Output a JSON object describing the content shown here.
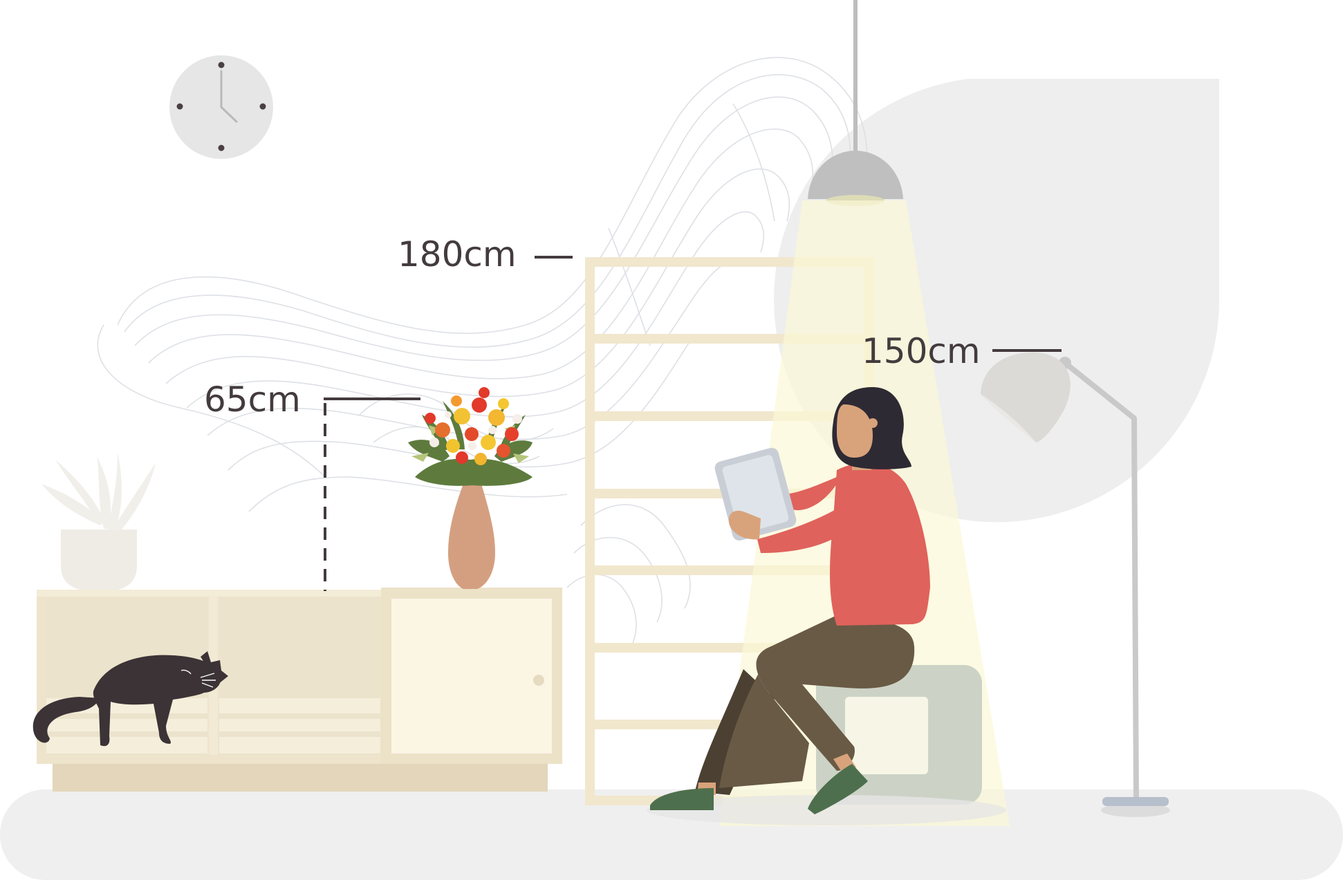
{
  "measurements": {
    "tall_shelf": "180cm",
    "floor_lamp": "150cm",
    "vase_top": "65cm"
  },
  "colors": {
    "background": "#ffffff",
    "floor": "#efefef",
    "wall_shape": "#eeeeee",
    "wall_clock": "#e6e6e6",
    "label_text": "#433b3d",
    "shelf_frame": "#f1e7cd",
    "sideboard": "#ede4cb",
    "sweater": "#e0625c",
    "trousers": "#695a45",
    "hair": "#2e2a33",
    "skin": "#d8a37b",
    "cat": "#3b3336",
    "vase": "#d49f81",
    "lamp_light": "#fbf8d6",
    "stool": "#ccd3c6",
    "shoes": "#4e6f4d"
  },
  "icons": [
    "wall-clock-icon",
    "potted-plant-icon",
    "cat-icon",
    "flower-bouquet-icon",
    "pendant-lamp-icon",
    "floor-lamp-icon",
    "tablet-icon"
  ]
}
